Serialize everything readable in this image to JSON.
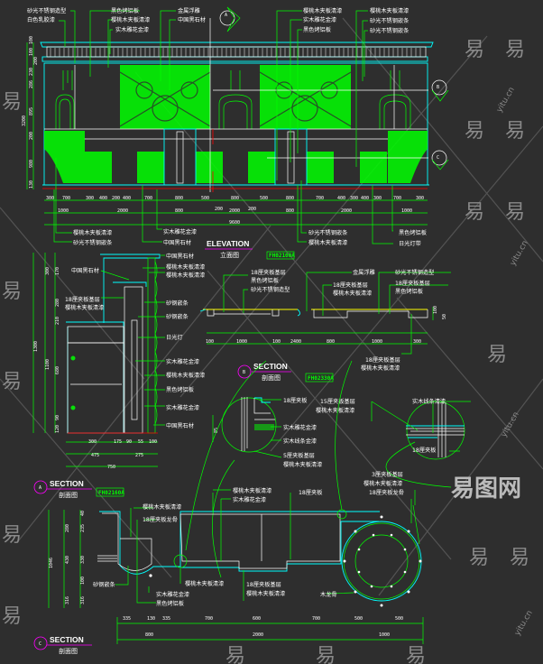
{
  "watermark": {
    "logo": "易图网",
    "char": "易",
    "site": "yitu.cn"
  },
  "elevation": {
    "title": "ELEVATION",
    "subtitle": "立面图",
    "drawing_no": "FH02100A",
    "section_markers": [
      "A",
      "B",
      "C"
    ],
    "top_left_labels": [
      "砂光不锈钢造型",
      "白色乳胶漆",
      "黑色烤铝板",
      "樱桃木夹板清漆",
      "实木雕花金漆",
      "金属浮雕",
      "中国黑石材"
    ],
    "top_right_labels": [
      "樱桃木夹板清漆",
      "实木雕花金漆",
      "黑色烤铝板",
      "樱桃木夹板清漆",
      "砂光不锈钢嵌条",
      "砂光不锈钢嵌条"
    ],
    "bottom_labels": [
      "樱桃木夹板清漆",
      "砂光不锈钢嵌条",
      "实木雕花金漆",
      "中国黑石材",
      "砂光不锈钢嵌条",
      "樱桃木夹板清漆",
      "黑色烤铝板",
      "日光灯带"
    ],
    "dims_row1": [
      "300",
      "700",
      "300",
      "400",
      "200",
      "400",
      "700",
      "800",
      "500",
      "800",
      "500",
      "800",
      "700",
      "400",
      "300",
      "400",
      "300",
      "700",
      "300"
    ],
    "dims_row2": [
      "1000",
      "2000",
      "800",
      "200",
      "2000",
      "200",
      "800",
      "2000",
      "1000"
    ],
    "dims_total": "9600",
    "dims_vertical": [
      "100",
      "100",
      "200",
      "230",
      "286",
      "895",
      "3200",
      "200",
      "980",
      "130"
    ]
  },
  "section_a": {
    "title": "SECTION",
    "subtitle": "剖面图",
    "marker": "A",
    "drawing_no": "FH02160A",
    "right_labels": [
      "中国黑石材",
      "樱桃木夹板清漆",
      "樱桃木夹板清漆",
      "砂钢嵌条",
      "砂钢嵌条",
      "日光灯",
      "实木雕花金漆",
      "樱桃木夹板清漆",
      "黑色烤铝板",
      "实木雕花金漆",
      "中国黑石材"
    ],
    "left_labels": [
      "中国黑石材",
      "18厘夹板基层",
      "樱桃木夹板清漆"
    ],
    "dims_h1": [
      "300",
      "175",
      "90",
      "55",
      "100"
    ],
    "dims_h2": [
      "475",
      "275"
    ],
    "dims_total": "750",
    "dims_vertical": [
      "1300",
      "1100",
      "300",
      "170",
      "280",
      "210",
      "680",
      "90",
      "120"
    ]
  },
  "section_b": {
    "title": "SECTION",
    "subtitle": "剖面图",
    "marker": "B",
    "drawing_no": "FH02330A",
    "labels": [
      "18厘夹板基层",
      "黑色烤铝板",
      "砂光不锈钢造型",
      "金属浮雕",
      "18厘夹板基层",
      "樱桃木夹板清漆",
      "砂光不锈钢造型",
      "18厘夹板基层",
      "黑色烤铝板",
      "18厘夹板基层",
      "樱桃木夹板清漆"
    ],
    "dims": [
      "100",
      "1000",
      "100",
      "2400",
      "800",
      "1000",
      "300"
    ],
    "dims_vertical": [
      "100",
      "50"
    ]
  },
  "details": {
    "left_labels": [
      "18厘夹板",
      "实木雕花金漆",
      "实木线条金漆",
      "5厘夹板基层",
      "樱桃木夹板清漆"
    ],
    "left_dim": "85",
    "right_labels": [
      "15厘夹板基层",
      "樱桃木夹板清漆",
      "实木线条清漆",
      "18厘夹板"
    ]
  },
  "section_c": {
    "title": "SECTION",
    "subtitle": "剖面图",
    "marker": "C",
    "labels": [
      "樱桃木夹板清漆",
      "18厘夹板龙骨",
      "樱桃木夹板清漆",
      "实木雕花金漆",
      "18厘夹板",
      "3厘夹板基层",
      "樱桃木夹板清漆",
      "18厘夹板龙骨",
      "砂钢嵌条",
      "樱桃木夹板清漆",
      "实木雕花金漆",
      "黑色烤铝板",
      "18厘夹板基层",
      "樱桃木夹板清漆",
      "木龙骨"
    ],
    "dims_h1": [
      "335",
      "130",
      "335",
      "700",
      "600",
      "700",
      "500",
      "500"
    ],
    "dims_h2": [
      "800",
      "2000",
      "1000"
    ],
    "dims_vertical": [
      "1046",
      "280",
      "430",
      "316",
      "40",
      "235",
      "330",
      "100",
      "316"
    ]
  }
}
